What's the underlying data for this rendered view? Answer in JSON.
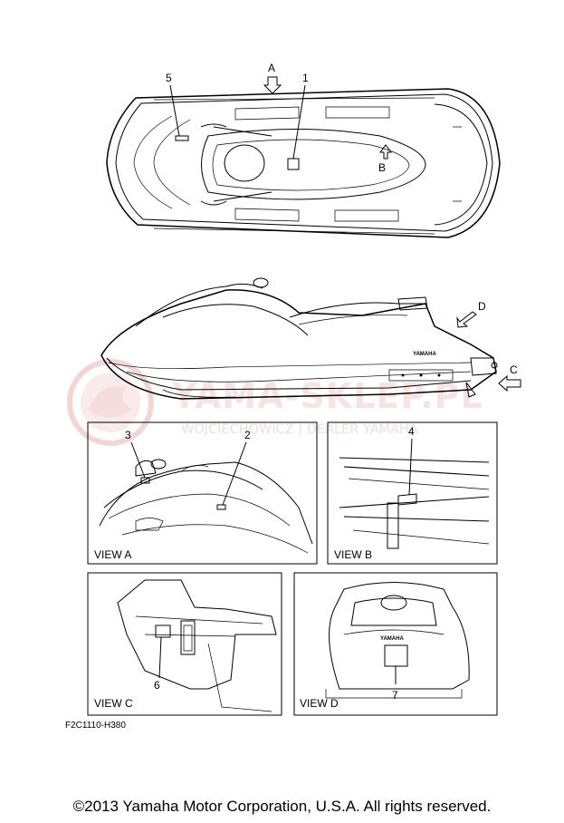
{
  "top_view": {
    "arrow_a": "A",
    "arrow_b": "B",
    "callout_1": "1",
    "callout_5": "5"
  },
  "side_view": {
    "arrow_c": "C",
    "arrow_d": "D",
    "hull_brand": "YAMAHA"
  },
  "watermark": {
    "title": "YAMA-SKLEP.PL",
    "subtitle": "WOJCIECHOWICZ | DEALER YAMAHA"
  },
  "view_a": {
    "label": "VIEW A",
    "callout_2": "2",
    "callout_3": "3"
  },
  "view_b": {
    "label": "VIEW B",
    "callout_4": "4"
  },
  "view_c": {
    "label": "VIEW C",
    "callout_6": "6"
  },
  "view_d": {
    "label": "VIEW D",
    "callout_7": "7",
    "stern_brand": "YAMAHA"
  },
  "part_code": "F2C1110-H380",
  "copyright": "©2013 Yamaha Motor Corporation, U.S.A. All rights reserved."
}
